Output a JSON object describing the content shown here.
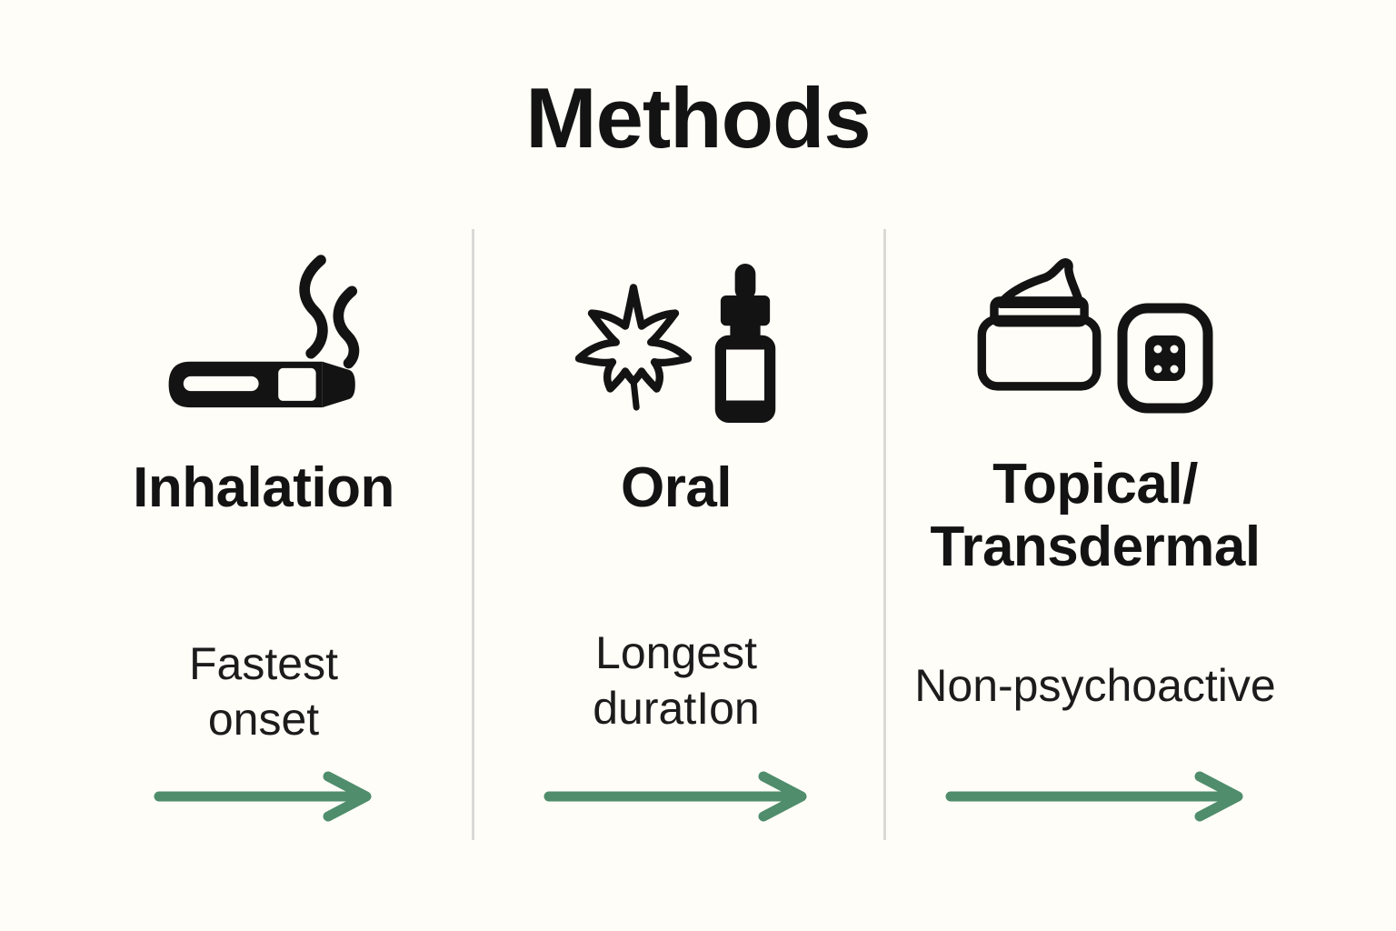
{
  "title": "Methods",
  "colors": {
    "background": "#fffdf7",
    "text": "#131313",
    "arrow_green": "#4f8d6c",
    "divider": "#d9d9d6"
  },
  "columns": [
    {
      "method": "Inhalation",
      "method_lines": [
        "Inhalation"
      ],
      "sub_lines": [
        "Fastest",
        "onset"
      ],
      "icons": [
        "cigarette-smoke-icon"
      ],
      "arrow": "right-arrow"
    },
    {
      "method": "Oral",
      "method_lines": [
        "Oral"
      ],
      "sub_lines": [
        "Longest",
        "duratIon"
      ],
      "icons": [
        "cannabis-leaf-icon",
        "tincture-dropper-bottle-icon"
      ],
      "arrow": "right-arrow"
    },
    {
      "method": "Topical/Transdermal",
      "method_lines": [
        "Topical/",
        "Transdermal"
      ],
      "sub_lines": [
        "Non-psychoactive"
      ],
      "icons": [
        "cream-jar-icon",
        "transdermal-patch-icon"
      ],
      "arrow": "right-arrow"
    }
  ]
}
